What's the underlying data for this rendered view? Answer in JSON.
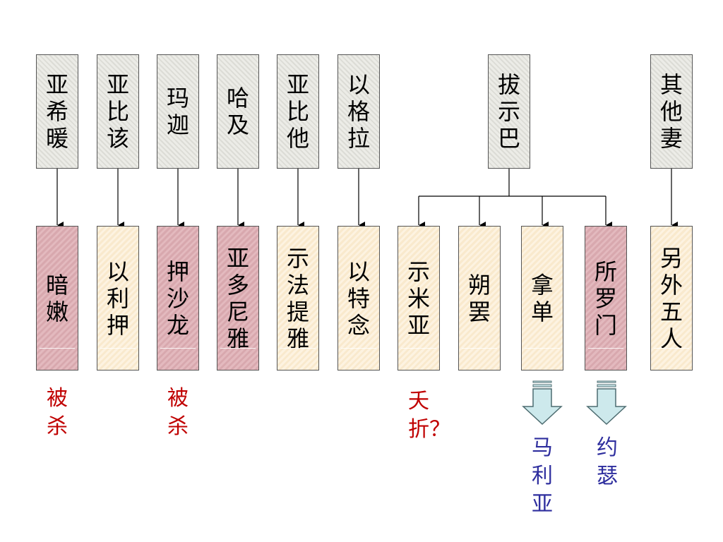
{
  "wives": [
    {
      "id": "w1",
      "name": "亚希暖"
    },
    {
      "id": "w2",
      "name": "亚比该"
    },
    {
      "id": "w3",
      "name": "玛迦"
    },
    {
      "id": "w4",
      "name": "哈及"
    },
    {
      "id": "w5",
      "name": "亚比他"
    },
    {
      "id": "w6",
      "name": "以格拉"
    },
    {
      "id": "w7",
      "name": "拔示巴"
    },
    {
      "id": "w8",
      "name": "其他妻"
    }
  ],
  "sons": [
    {
      "id": "s1",
      "name": "暗嫩",
      "parent": "w1"
    },
    {
      "id": "s2",
      "name": "以利押",
      "parent": "w2"
    },
    {
      "id": "s3",
      "name": "押沙龙",
      "parent": "w3"
    },
    {
      "id": "s4",
      "name": "亚多尼雅",
      "parent": "w4"
    },
    {
      "id": "s5",
      "name": "示法提雅",
      "parent": "w5"
    },
    {
      "id": "s6",
      "name": "以特念",
      "parent": "w6"
    },
    {
      "id": "s7",
      "name": "示米亚",
      "parent": "w7"
    },
    {
      "id": "s8",
      "name": "朔罢",
      "parent": "w7"
    },
    {
      "id": "s9",
      "name": "拿单",
      "parent": "w7"
    },
    {
      "id": "s10",
      "name": "所罗门",
      "parent": "w7"
    },
    {
      "id": "s11",
      "name": "另外五人",
      "parent": "w8"
    }
  ],
  "notes": {
    "amnon": "被杀",
    "absalom": "被杀",
    "shimea": "夭折？",
    "nathan_line": "马利亚",
    "solomon_line": "约瑟"
  },
  "colors": {
    "note_red": "#c00000",
    "note_blue": "#2e2e9e",
    "arrow_fill": "#cde9ec",
    "arrow_stroke": "#4d6c70"
  }
}
